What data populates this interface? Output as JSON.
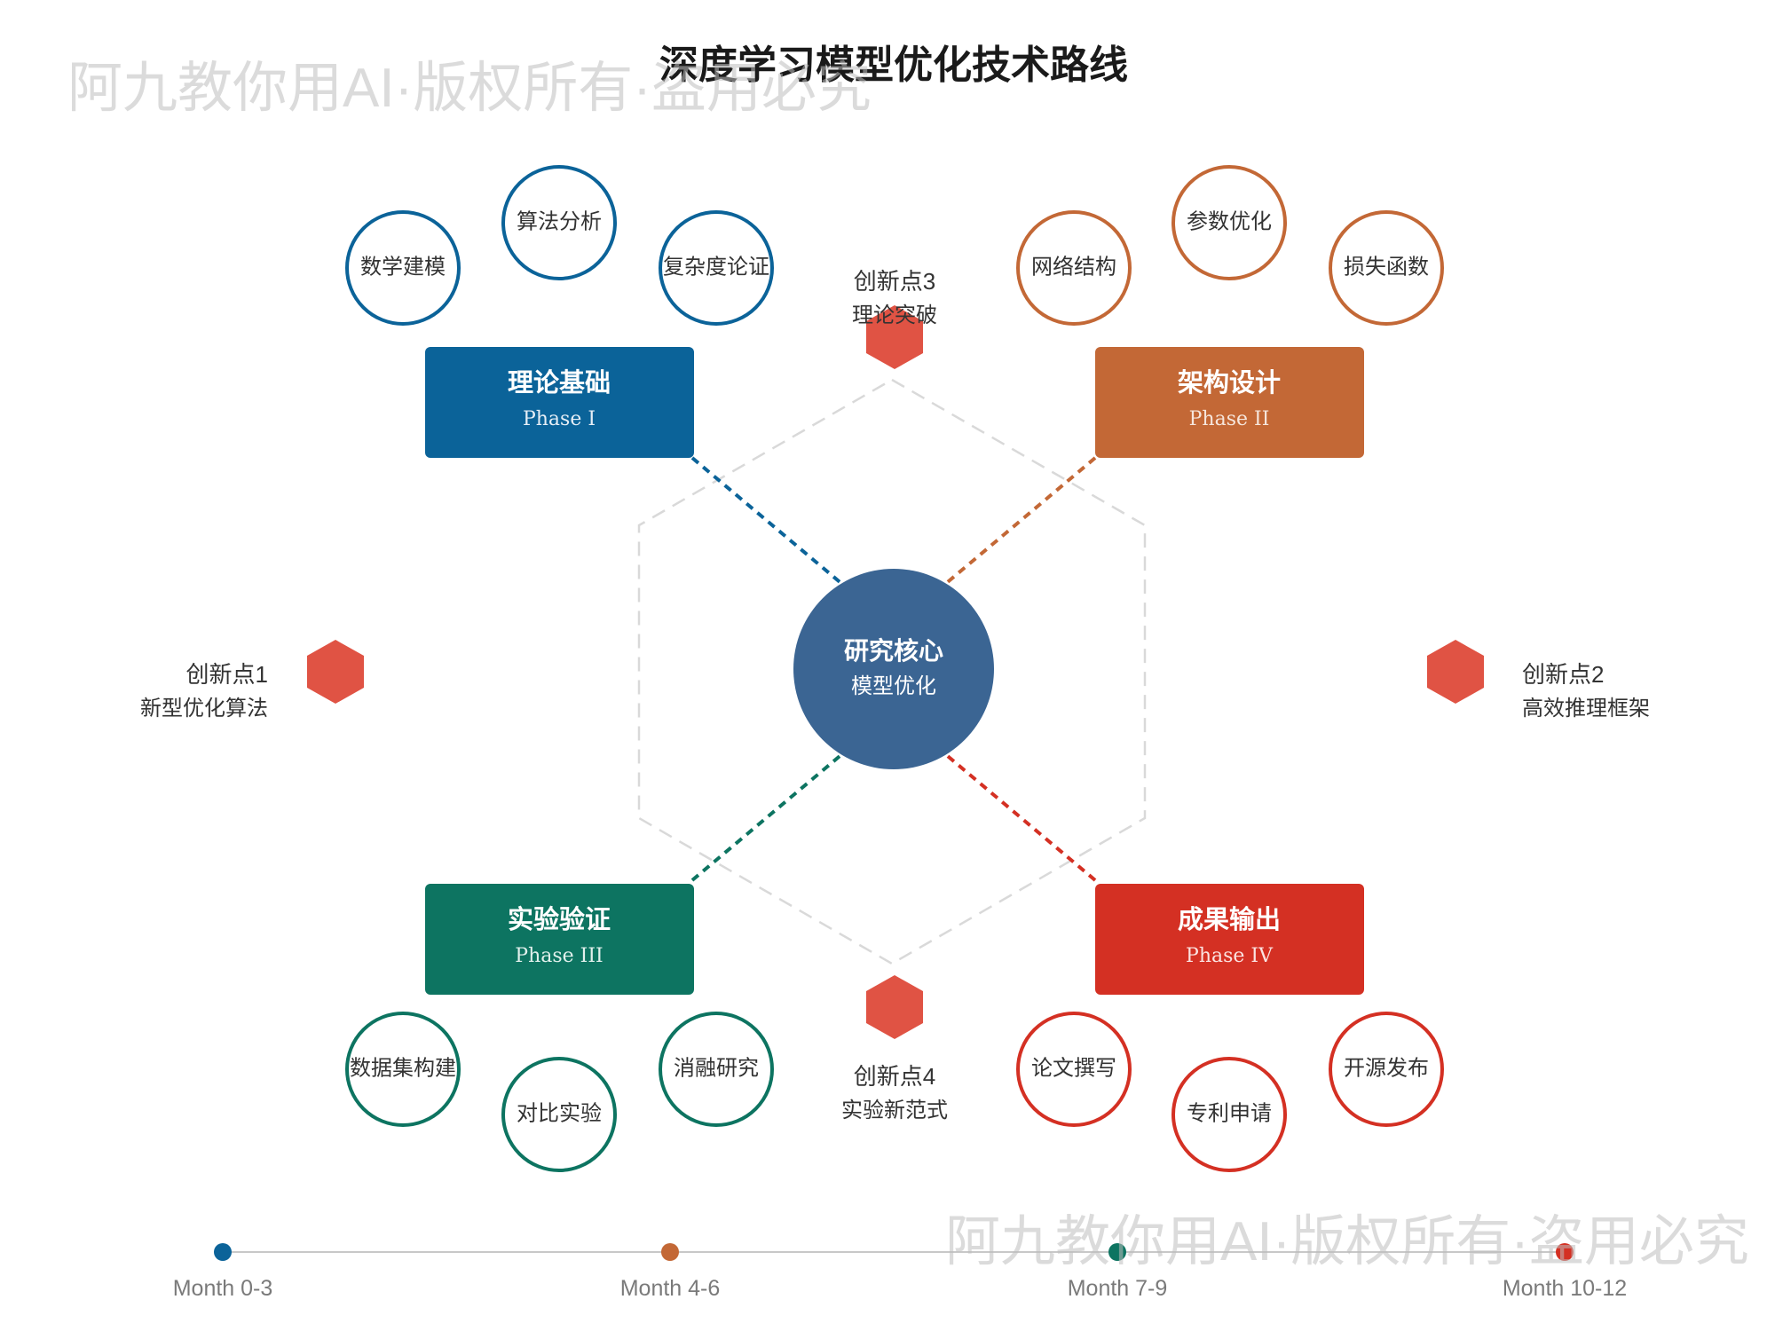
{
  "title": "深度学习模型优化技术路线",
  "watermark": "阿九教你用AI·版权所有·盗用必究",
  "center": {
    "title": "研究核心",
    "subtitle": "模型优化",
    "color": "#3b6593"
  },
  "phases": [
    {
      "id": "p1",
      "title": "理论基础",
      "phase": "Phase I",
      "color": "#0b6399",
      "items": [
        "数学建模",
        "算法分析",
        "复杂度论证"
      ]
    },
    {
      "id": "p2",
      "title": "架构设计",
      "phase": "Phase II",
      "color": "#c36836",
      "items": [
        "网络结构",
        "参数优化",
        "损失函数"
      ]
    },
    {
      "id": "p3",
      "title": "实验验证",
      "phase": "Phase III",
      "color": "#0d7461",
      "items": [
        "数据集构建",
        "对比实验",
        "消融研究"
      ]
    },
    {
      "id": "p4",
      "title": "成果输出",
      "phase": "Phase IV",
      "color": "#d43023",
      "items": [
        "论文撰写",
        "专利申请",
        "开源发布"
      ]
    }
  ],
  "innovations": [
    {
      "title": "创新点1",
      "desc": "新型优化算法"
    },
    {
      "title": "创新点2",
      "desc": "高效推理框架"
    },
    {
      "title": "创新点3",
      "desc": "理论突破"
    },
    {
      "title": "创新点4",
      "desc": "实验新范式"
    }
  ],
  "innovation_color": "#e05344",
  "timeline": [
    {
      "label": "Month 0-3",
      "color": "#0b6399"
    },
    {
      "label": "Month 4-6",
      "color": "#c36836"
    },
    {
      "label": "Month 7-9",
      "color": "#0d7461"
    },
    {
      "label": "Month 10-12",
      "color": "#d43023"
    }
  ]
}
